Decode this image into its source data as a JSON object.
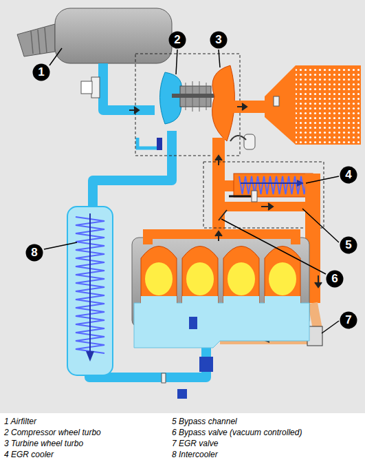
{
  "diagram": {
    "nodes": [
      {
        "text": [
          "1"
        ]
      },
      {
        "text": [
          "2"
        ]
      },
      {
        "text": [
          "3"
        ]
      },
      {
        "text": [
          "4"
        ]
      },
      {
        "text": [
          "5"
        ]
      },
      {
        "text": [
          "6"
        ]
      },
      {
        "text": [
          "7"
        ]
      },
      {
        "text": [
          "8"
        ]
      }
    ],
    "labels": [
      "1 Airfilter",
      "2 Compressor wheel turbo",
      "3 Turbine wheel turbo",
      "4 EGR cooler",
      "5 Bypass channel",
      "6 Bypass valve (vacuum controlled)",
      "7 EGR valve",
      "8 Intercooler"
    ]
  }
}
